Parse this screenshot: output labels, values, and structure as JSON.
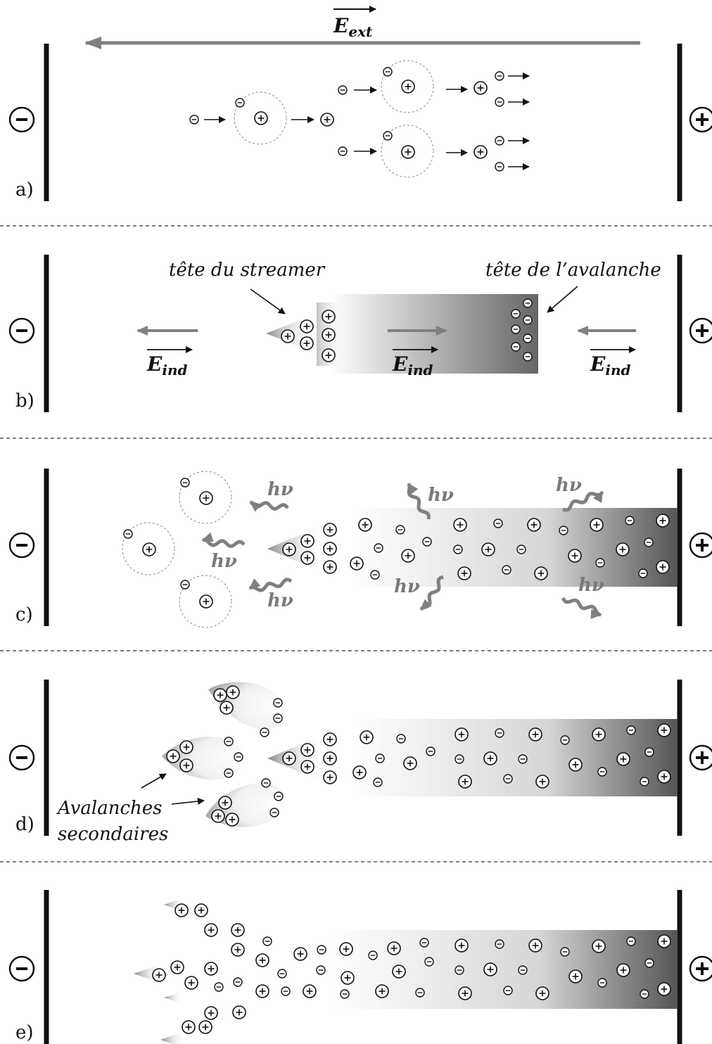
{
  "external_field": {
    "symbol": "E",
    "subscript": "ext"
  },
  "induced_field": {
    "symbol": "E",
    "subscript": "ind"
  },
  "electrodes": {
    "cathode_sign": "-",
    "anode_sign": "+"
  },
  "panels": [
    {
      "label": "a)"
    },
    {
      "label": "b)",
      "streamer_head_label": "tête du streamer",
      "avalanche_head_label": "tête de l’avalanche"
    },
    {
      "label": "c)",
      "photon_label": "hν"
    },
    {
      "label": "d)",
      "secondary_label_1": "Avalanches",
      "secondary_label_2": "secondaires"
    },
    {
      "label": "e)"
    }
  ],
  "colors": {
    "electrode": "#111111",
    "arrow_grey": "#808080",
    "channel_dark": "#555555"
  }
}
